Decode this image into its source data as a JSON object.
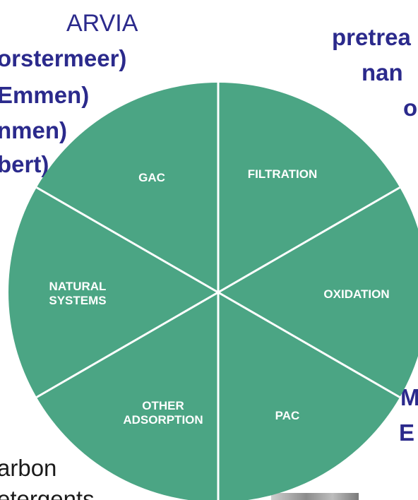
{
  "colors": {
    "segment_fill": "#4ba584",
    "segment_divider": "#ffffff",
    "background_text": "#2b2a8c",
    "segment_text": "#ffffff"
  },
  "background_text": {
    "arvia": "ARVIA",
    "loc_1": "orstermeer)",
    "loc_2": "Emmen)",
    "loc_3": "nmen)",
    "loc_4": "bert)",
    "pretreat": "pretrea",
    "nan": "nan",
    "o": "o",
    "m": "M",
    "e": "E",
    "carbon": "arbon",
    "detergents": "etergents"
  },
  "wheel": {
    "segments": [
      {
        "id": "filtration",
        "label": "FILTRATION"
      },
      {
        "id": "oxidation",
        "label": "OXIDATION"
      },
      {
        "id": "pac",
        "label": "PAC"
      },
      {
        "id": "other-adsorption",
        "label_lines": [
          "OTHER",
          "ADSORPTION"
        ]
      },
      {
        "id": "natural-systems",
        "label_lines": [
          "NATURAL",
          "SYSTEMS"
        ]
      },
      {
        "id": "gac",
        "label": "GAC"
      }
    ]
  }
}
